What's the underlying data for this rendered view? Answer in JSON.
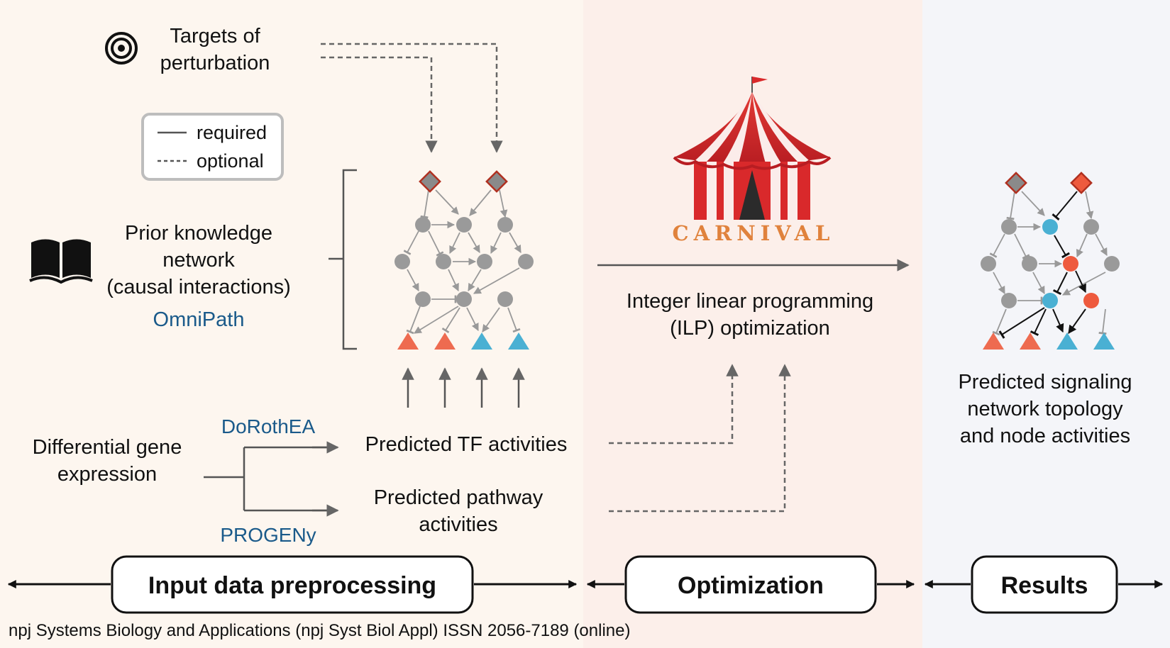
{
  "colors": {
    "panel_input": "#fdf6ef",
    "panel_opt": "#fcefea",
    "panel_results": "#f4f5f9",
    "node_gray": "#9a9a9a",
    "node_red": "#ee6b50",
    "node_blue": "#4ab0d3",
    "link_blue": "#1a5a8a",
    "tent_red": "#d9292b",
    "carnival_text": "#e0823c"
  },
  "perturbation": {
    "label_line1": "Targets of",
    "label_line2": "perturbation",
    "icon": "target-icon"
  },
  "legend": {
    "required": "required",
    "optional": "optional"
  },
  "prior_knowledge": {
    "line1": "Prior knowledge",
    "line2": "network",
    "line3": "(causal interactions)",
    "source": "OmniPath",
    "icon": "book-icon"
  },
  "carnival": {
    "logo_text": "CARNIVAL",
    "icon": "circus-tent-icon"
  },
  "ilp": {
    "line1": "Integer linear programming",
    "line2": "(ILP) optimization"
  },
  "results_text": {
    "line1": "Predicted signaling",
    "line2": "network topology",
    "line3": "and node activities"
  },
  "dge": {
    "line1": "Differential gene",
    "line2": "expression"
  },
  "tools": {
    "dorothea": "DoRothEA",
    "progeny": "PROGENy"
  },
  "tf": {
    "label": "Predicted TF activities"
  },
  "pathway": {
    "line1": "Predicted pathway",
    "line2": "activities"
  },
  "stages": {
    "input": "Input data preprocessing",
    "optimization": "Optimization",
    "results": "Results"
  },
  "footer": "npj Systems Biology and Applications (npj Syst Biol Appl) ISSN 2056-7189 (online)"
}
